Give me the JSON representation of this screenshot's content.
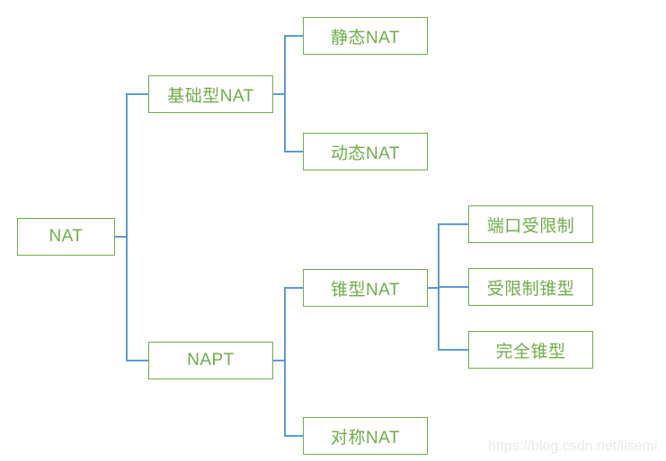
{
  "diagram": {
    "nodes": {
      "nat": {
        "label": "NAT"
      },
      "basic_nat": {
        "label": "基础型NAT"
      },
      "napt": {
        "label": "NAPT"
      },
      "static_nat": {
        "label": "静态NAT"
      },
      "dynamic_nat": {
        "label": "动态NAT"
      },
      "cone_nat": {
        "label": "锥型NAT"
      },
      "symmetric_nat": {
        "label": "对称NAT"
      },
      "port_restricted": {
        "label": "端口受限制"
      },
      "restricted_cone": {
        "label": "受限制锥型"
      },
      "full_cone": {
        "label": "完全锥型"
      }
    },
    "edges": [
      {
        "from": "NAT",
        "to": "基础型NAT"
      },
      {
        "from": "NAT",
        "to": "NAPT"
      },
      {
        "from": "基础型NAT",
        "to": "静态NAT"
      },
      {
        "from": "基础型NAT",
        "to": "动态NAT"
      },
      {
        "from": "NAPT",
        "to": "锥型NAT"
      },
      {
        "from": "NAPT",
        "to": "对称NAT"
      },
      {
        "from": "锥型NAT",
        "to": "端口受限制"
      },
      {
        "from": "锥型NAT",
        "to": "受限制锥型"
      },
      {
        "from": "锥型NAT",
        "to": "完全锥型"
      }
    ]
  },
  "watermark": {
    "text": "https://blog.csdn.net/lisemi"
  },
  "colors": {
    "box_border": "#6fad49",
    "box_text": "#6fad49",
    "connector": "#5b9bd5",
    "watermark_text": "#e9e9e9",
    "background": "#ffffff"
  }
}
